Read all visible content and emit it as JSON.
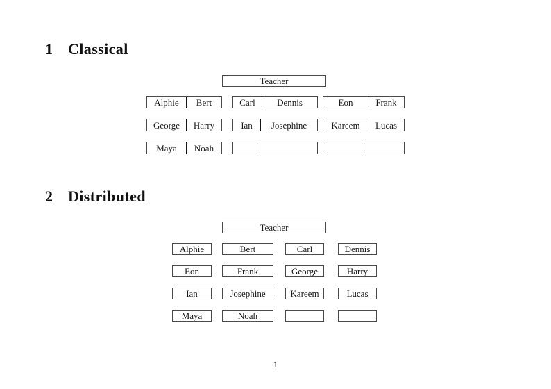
{
  "page": {
    "number": "1"
  },
  "colors": {
    "ink": "#1a1a1a",
    "box_border": "#4a4a4a",
    "background": "#ffffff"
  },
  "sections": [
    {
      "number": "1",
      "title": "Classical",
      "teacher_label": "Teacher",
      "rows": [
        [
          {
            "left": "Alphie",
            "right": "Bert"
          },
          {
            "left": "Carl",
            "right": "Dennis"
          },
          {
            "left": "Eon",
            "right": "Frank"
          }
        ],
        [
          {
            "left": "George",
            "right": "Harry"
          },
          {
            "left": "Ian",
            "right": "Josephine"
          },
          {
            "left": "Kareem",
            "right": "Lucas"
          }
        ],
        [
          {
            "left": "Maya",
            "right": "Noah"
          },
          {
            "left": "",
            "right": ""
          },
          {
            "left": "",
            "right": ""
          }
        ]
      ]
    },
    {
      "number": "2",
      "title": "Distributed",
      "teacher_label": "Teacher",
      "rows": [
        [
          "Alphie",
          "Bert",
          "Carl",
          "Dennis"
        ],
        [
          "Eon",
          "Frank",
          "George",
          "Harry"
        ],
        [
          "Ian",
          "Josephine",
          "Kareem",
          "Lucas"
        ],
        [
          "Maya",
          "Noah",
          "",
          ""
        ]
      ]
    }
  ]
}
